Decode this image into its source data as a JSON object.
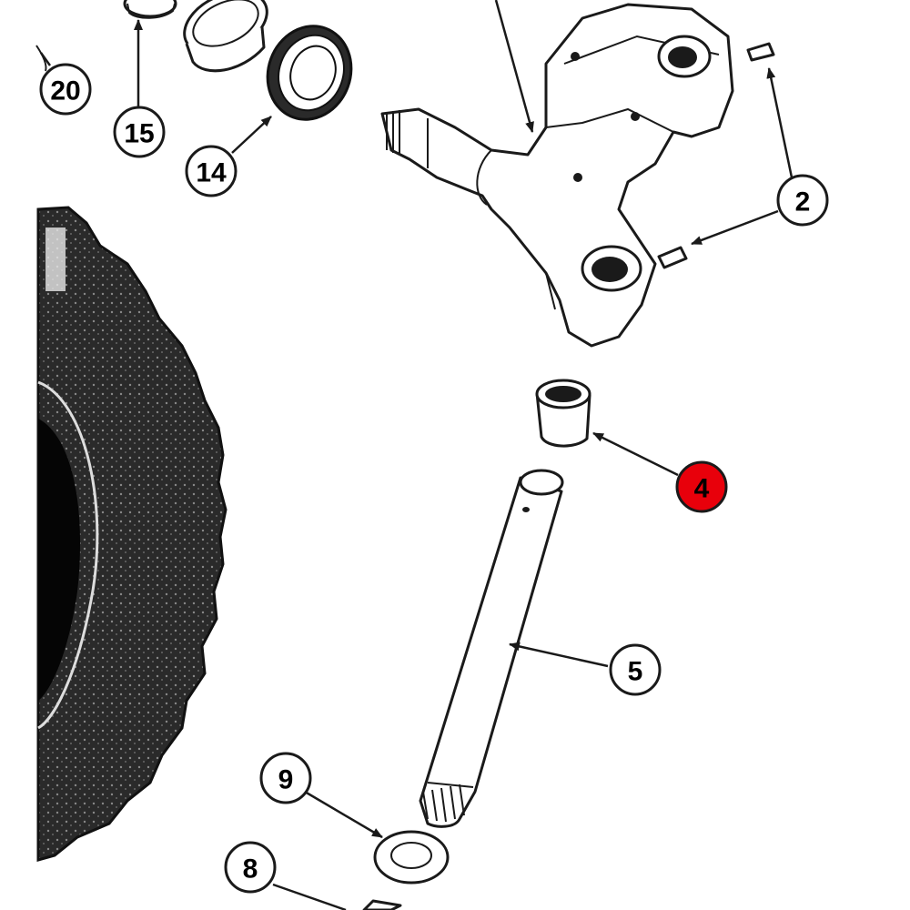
{
  "callouts": [
    {
      "id": "20",
      "label": "20"
    },
    {
      "id": "15",
      "label": "15"
    },
    {
      "id": "14",
      "label": "14"
    },
    {
      "id": "2",
      "label": "2"
    },
    {
      "id": "4",
      "label": "4",
      "highlighted": true
    },
    {
      "id": "5",
      "label": "5"
    },
    {
      "id": "9",
      "label": "9"
    },
    {
      "id": "8",
      "label": "8"
    }
  ],
  "colors": {
    "ink": "#1a1a1a",
    "highlight": "#e8000b",
    "background": "#ffffff"
  }
}
